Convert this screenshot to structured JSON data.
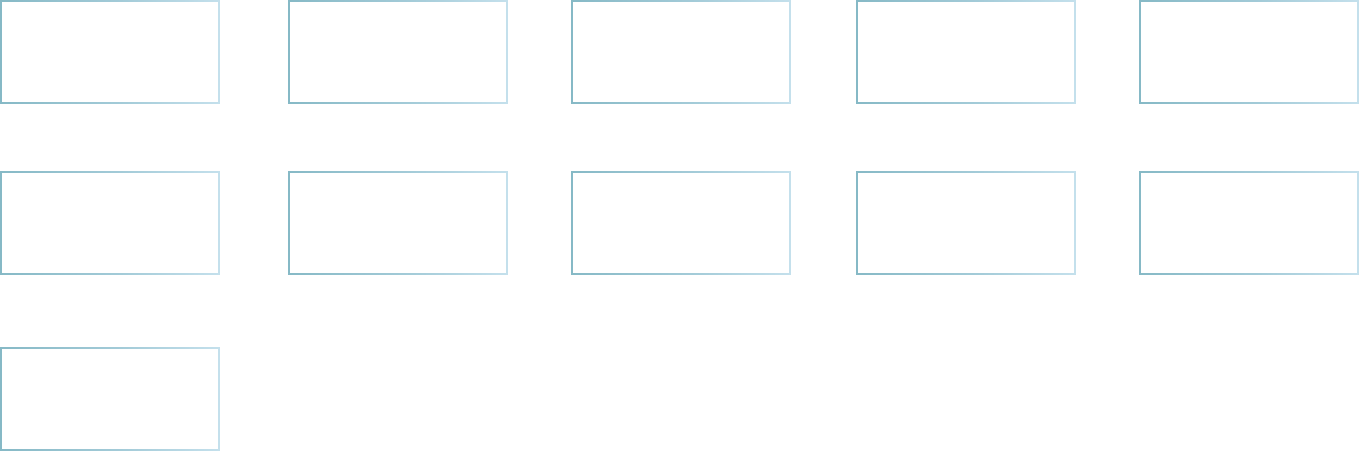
{
  "tiles": [
    {
      "row": 1,
      "column": 1,
      "label": ""
    },
    {
      "row": 1,
      "column": 2,
      "label": ""
    },
    {
      "row": 1,
      "column": 3,
      "label": ""
    },
    {
      "row": 1,
      "column": 4,
      "label": ""
    },
    {
      "row": 1,
      "column": 5,
      "label": ""
    },
    {
      "row": 2,
      "column": 1,
      "label": ""
    },
    {
      "row": 2,
      "column": 2,
      "label": ""
    },
    {
      "row": 2,
      "column": 3,
      "label": ""
    },
    {
      "row": 2,
      "column": 4,
      "label": ""
    },
    {
      "row": 2,
      "column": 5,
      "label": ""
    },
    {
      "row": 3,
      "column": 1,
      "label": ""
    }
  ],
  "colors": {
    "tile_border_start": "#86b9c6",
    "tile_border_end": "#c4e0ec",
    "background": "#ffffff"
  }
}
